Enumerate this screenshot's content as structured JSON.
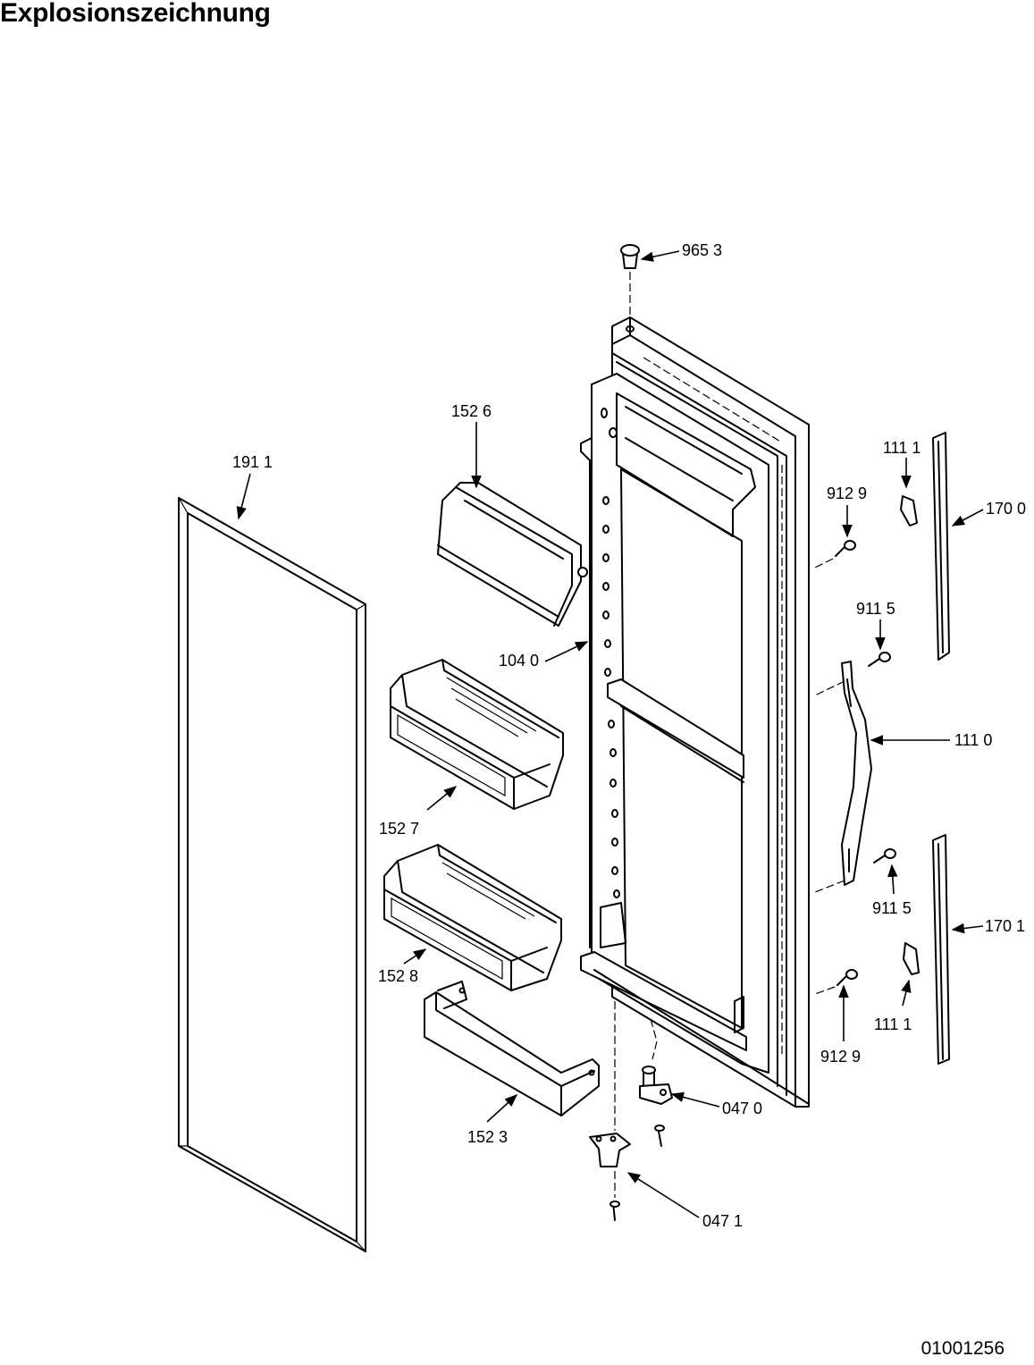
{
  "title": "Explosionszeichnung",
  "document_number": "01001256",
  "labels": {
    "l9653": "965 3",
    "l1526": "152 6",
    "l1911": "191 1",
    "l1111a": "111 1",
    "l9129a": "912 9",
    "l1700": "170 0",
    "l9115a": "911 5",
    "l1040": "104 0",
    "l1110": "111 0",
    "l1527": "152 7",
    "l9115b": "911 5",
    "l1701": "170 1",
    "l1528": "152 8",
    "l1111b": "111 1",
    "l9129b": "912 9",
    "l0470": "047 0",
    "l1523": "152 3",
    "l0471": "047 1"
  }
}
